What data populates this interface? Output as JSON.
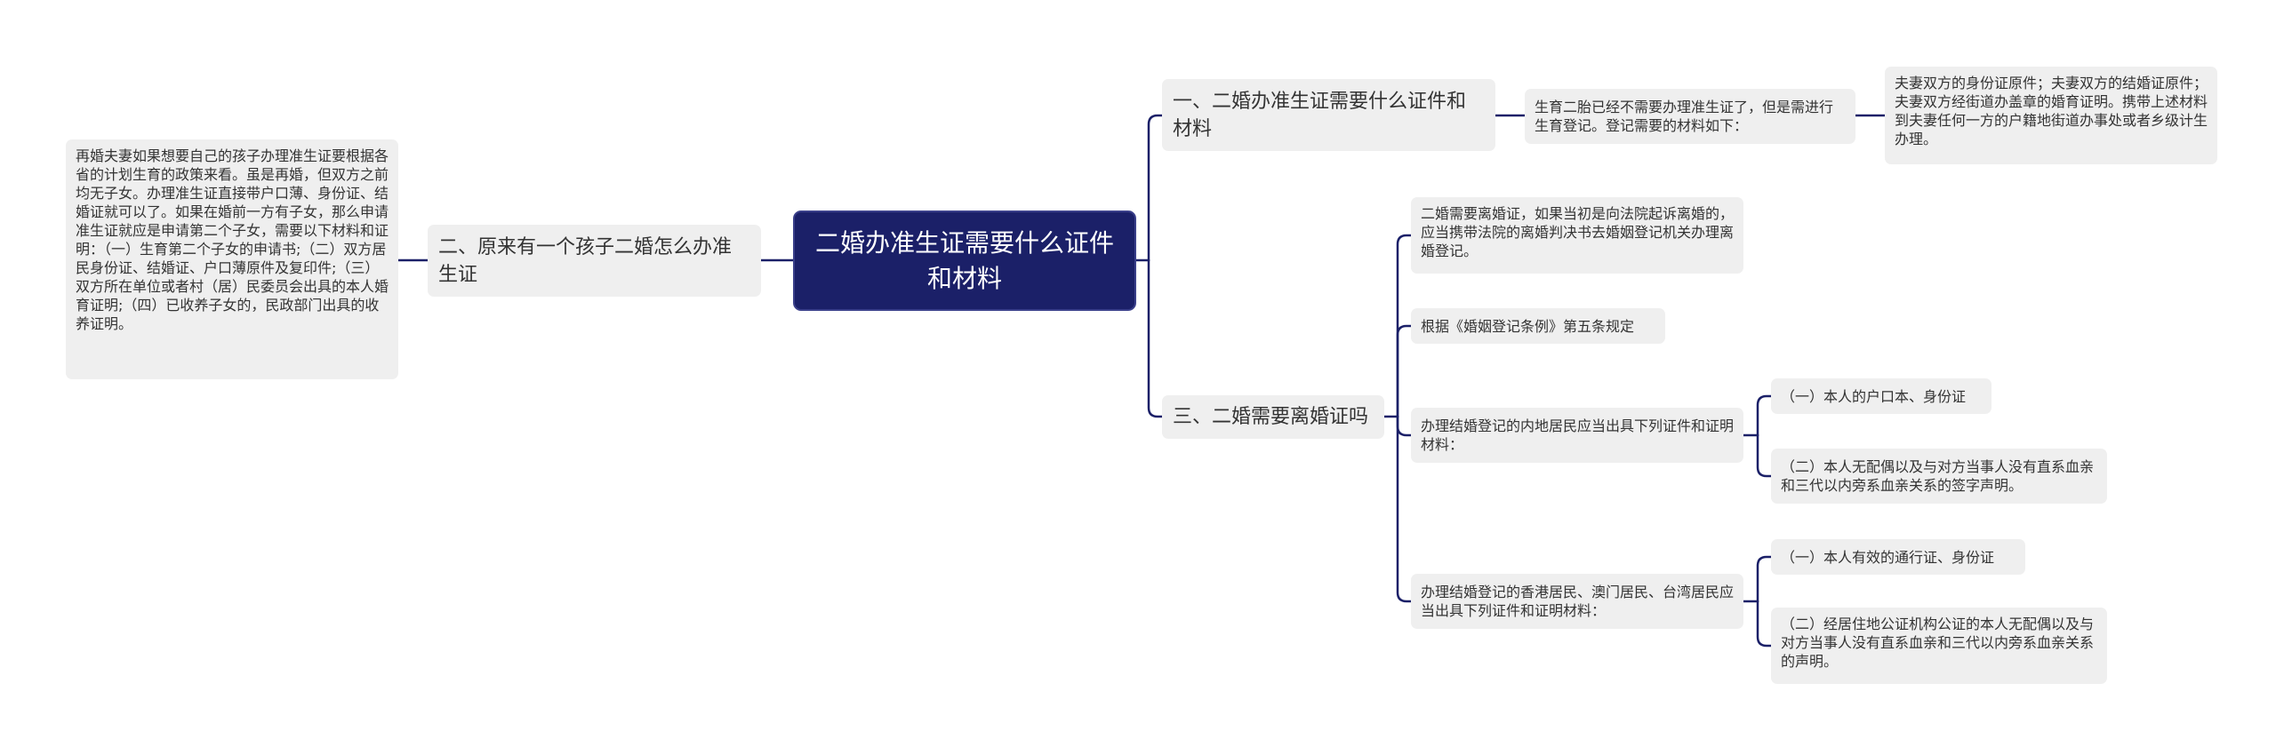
{
  "root": {
    "title": "二婚办准生证需要什么证件和材料"
  },
  "branch1": {
    "title": "一、二婚办准生证需要什么证件和材料",
    "sub": "生育二胎已经不需要办理准生证了，但是需进行生育登记。登记需要的材料如下：",
    "detail": "夫妻双方的身份证原件；夫妻双方的结婚证原件；夫妻双方经街道办盖章的婚育证明。携带上述材料到夫妻任何一方的户籍地街道办事处或者乡级计生办理。"
  },
  "branch2": {
    "title": "二、原来有一个孩子二婚怎么办准生证",
    "detail": "再婚夫妻如果想要自己的孩子办理准生证要根据各省的计划生育的政策来看。虽是再婚，但双方之前均无子女。办理准生证直接带户口薄、身份证、结婚证就可以了。如果在婚前一方有子女，那么申请准生证就应是申请第二个子女，需要以下材料和证明：（一）生育第二个子女的申请书;（二）双方居民身份证、结婚证、户口薄原件及复印件;（三）双方所在单位或者村（居）民委员会出具的本人婚育证明;（四）已收养子女的，民政部门出具的收养证明。"
  },
  "branch3": {
    "title": "三、二婚需要离婚证吗",
    "sub1": "二婚需要离婚证，如果当初是向法院起诉离婚的，应当携带法院的离婚判决书去婚姻登记机关办理离婚登记。",
    "sub2": "根据《婚姻登记条例》第五条规定",
    "sub3": {
      "text": "办理结婚登记的内地居民应当出具下列证件和证明材料：",
      "item1": "（一）本人的户口本、身份证",
      "item2": "（二）本人无配偶以及与对方当事人没有直系血亲和三代以内旁系血亲关系的签字声明。"
    },
    "sub4": {
      "text": "办理结婚登记的香港居民、澳门居民、台湾居民应当出具下列证件和证明材料：",
      "item1": "（一）本人有效的通行证、身份证",
      "item2": "（二）经居住地公证机构公证的本人无配偶以及与对方当事人没有直系血亲和三代以内旁系血亲关系的声明。"
    }
  },
  "colors": {
    "line": "#1b2068",
    "root_bg": "#1b2068",
    "node_bg": "#efefef"
  }
}
